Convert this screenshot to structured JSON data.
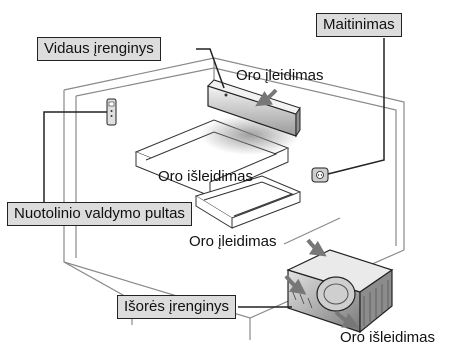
{
  "labels": {
    "indoor_unit": "Vidaus įrenginys",
    "power_supply": "Maitinimas",
    "remote_control": "Nuotolinio valdymo pultas",
    "outdoor_unit": "Išorės įrenginys"
  },
  "airflow": {
    "indoor_inlet": "Oro įleidimas",
    "indoor_outlet": "Oro išleidimas",
    "outdoor_inlet": "Oro įleidimas",
    "outdoor_outlet": "Oro išleidimas"
  },
  "colors": {
    "outline": "#222222",
    "callout_fill": "#dcdcdc",
    "unit_fill": "#e6e6e6",
    "room_line": "#8a8a8a"
  }
}
